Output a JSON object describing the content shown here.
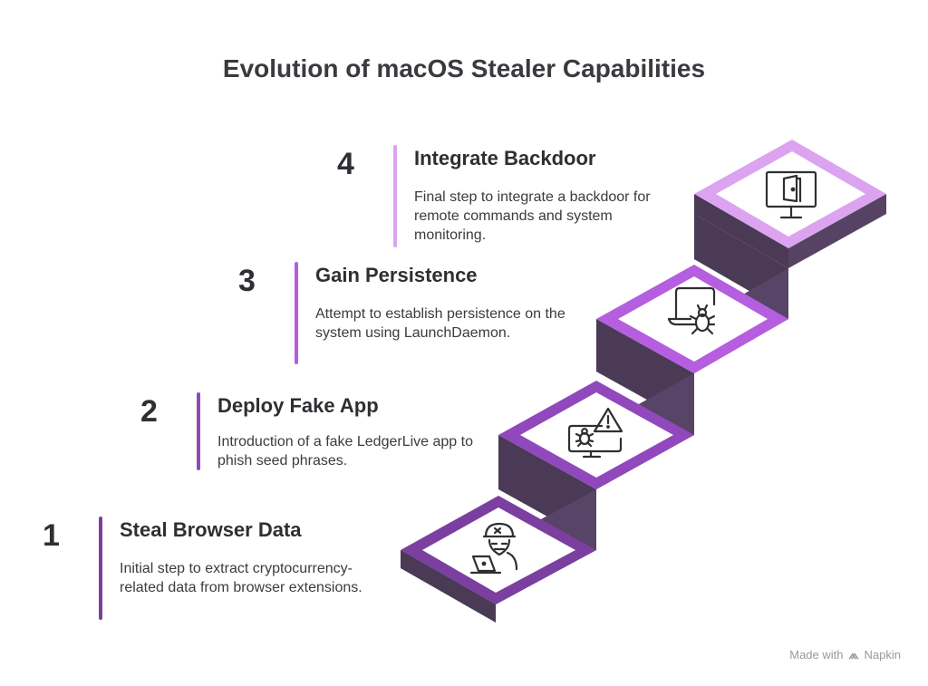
{
  "title": "Evolution of macOS Stealer Capabilities",
  "steps": [
    {
      "number": "1",
      "title": "Steal Browser Data",
      "description": "Initial step to extract cryptocurrency-related data from browser extensions.",
      "color": "#7b3fa0",
      "icon": "hacker-laptop-icon"
    },
    {
      "number": "2",
      "title": "Deploy Fake App",
      "description": "Introduction of a fake LedgerLive app to phish seed phrases.",
      "color": "#9148bc",
      "icon": "monitor-bug-warning-icon"
    },
    {
      "number": "3",
      "title": "Gain Persistence",
      "description": "Attempt to establish persistence on the system using LaunchDaemon.",
      "color": "#b55ee0",
      "icon": "laptop-bug-icon"
    },
    {
      "number": "4",
      "title": "Integrate Backdoor",
      "description": "Final step to integrate a backdoor for remote commands and system monitoring.",
      "color": "#dba3f0",
      "icon": "monitor-door-icon"
    }
  ],
  "stair_side_color": "#4a3a55",
  "footer": {
    "made_with": "Made with",
    "brand": "Napkin"
  }
}
